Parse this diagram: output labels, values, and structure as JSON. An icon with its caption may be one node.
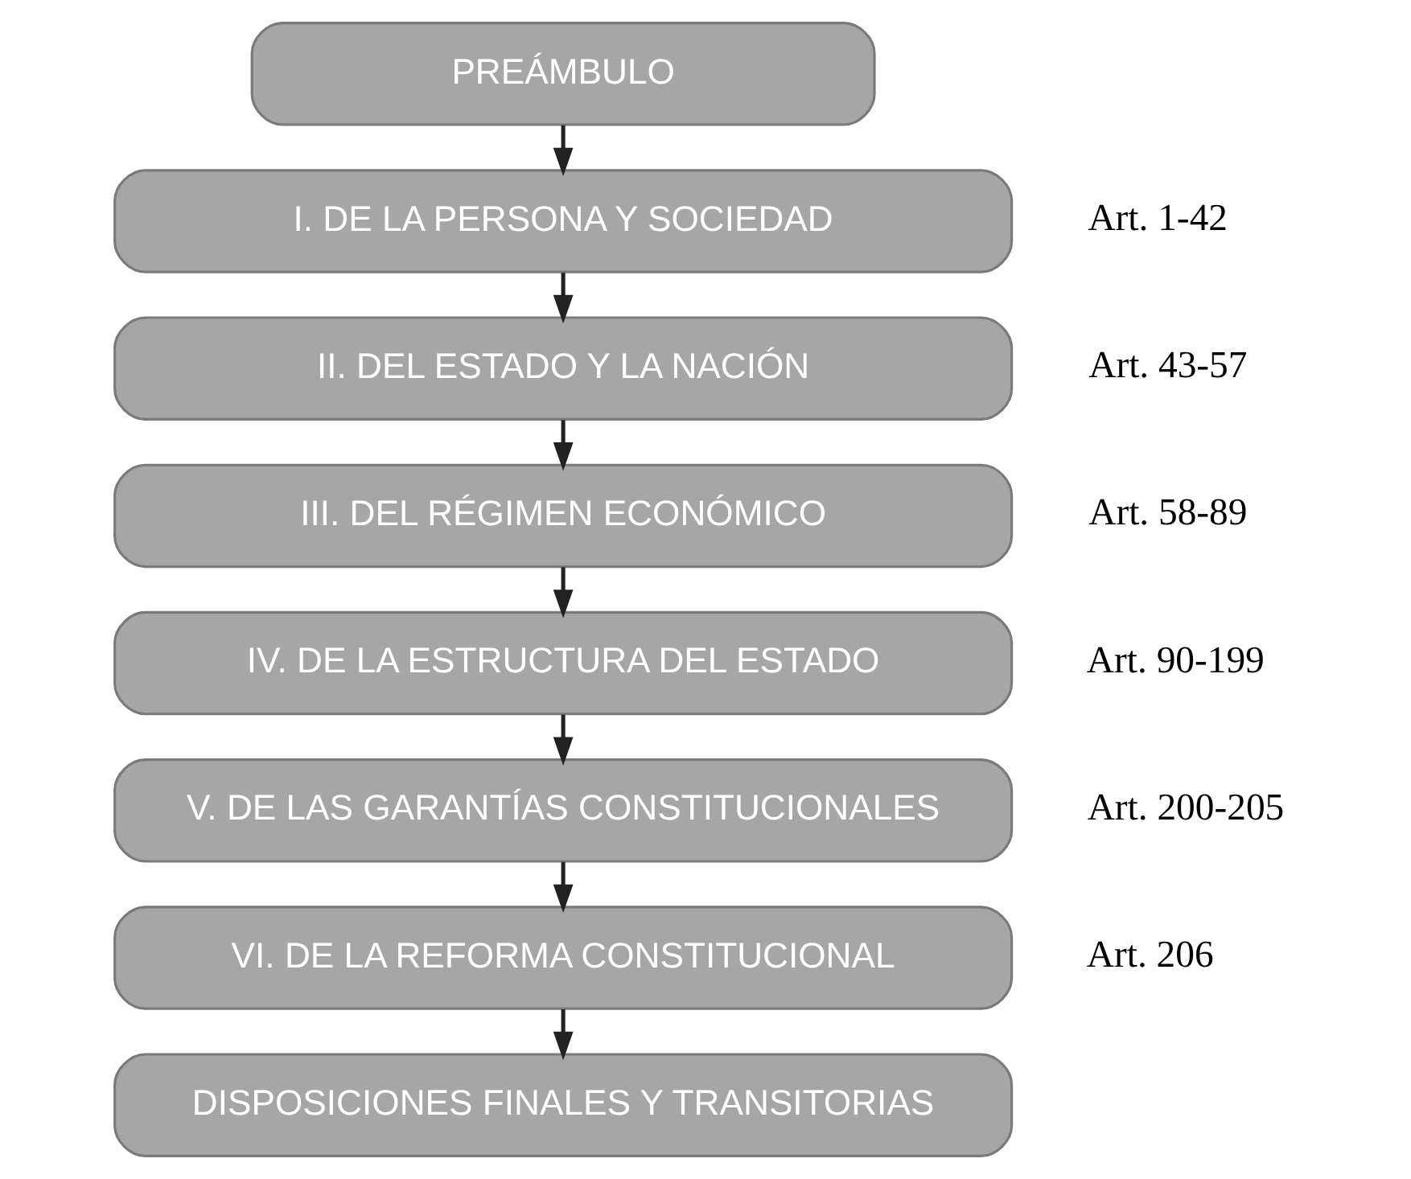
{
  "diagram": {
    "nodes": [
      {
        "text": [
          "PREÁMBULO"
        ]
      },
      {
        "text": [
          "I. DE LA PERSONA Y SOCIEDAD"
        ],
        "beside": [
          "Art. 1-42"
        ]
      },
      {
        "text": [
          "II. DEL ESTADO Y LA NACIÓN"
        ],
        "beside": [
          "Art. 43-57"
        ]
      },
      {
        "text": [
          "III. DEL RÉGIMEN ECONÓMICO"
        ],
        "beside": [
          "Art. 58-89"
        ]
      },
      {
        "text": [
          "IV. DE LA ESTRUCTURA DEL ESTADO"
        ],
        "beside": [
          "Art. 90-199"
        ]
      },
      {
        "text": [
          "V. DE LAS GARANTÍAS CONSTITUCIONALES"
        ],
        "beside": [
          "Art. 200-205"
        ]
      },
      {
        "text": [
          "VI. DE LA REFORMA CONSTITUCIONAL"
        ],
        "beside": [
          "Art. 206"
        ]
      },
      {
        "text": [
          "DISPOSICIONES FINALES Y TRANSITORIAS"
        ]
      }
    ],
    "edges": [
      {
        "from": 0,
        "to": 1,
        "arrow": "to"
      },
      {
        "from": 1,
        "to": 2,
        "arrow": "to"
      },
      {
        "from": 2,
        "to": 3,
        "arrow": "to"
      },
      {
        "from": 3,
        "to": 4,
        "arrow": "to"
      },
      {
        "from": 4,
        "to": 5,
        "arrow": "to"
      },
      {
        "from": 5,
        "to": 6,
        "arrow": "to"
      },
      {
        "from": 6,
        "to": 7,
        "arrow": "to"
      }
    ]
  }
}
